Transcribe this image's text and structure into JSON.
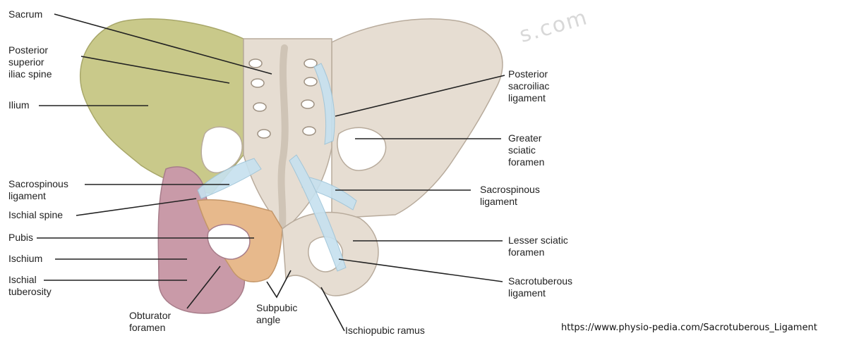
{
  "labels": {
    "sacrum": "Sacrum",
    "psis": "Posterior\nsuperior\niliac spine",
    "ilium": "Ilium",
    "sacrospinous_left": "Sacrospinous\nligament",
    "ischial_spine": "Ischial spine",
    "pubis": "Pubis",
    "ischium": "Ischium",
    "ischial_tuberosity": "Ischial\ntuberosity",
    "obturator_foramen": "Obturator\nforamen",
    "subpubic_angle": "Subpubic\nangle",
    "ischiopubic_ramus": "Ischiopubic ramus",
    "posterior_sacroiliac": "Posterior\nsacroiliac\nligament",
    "greater_sciatic": "Greater\nsciatic\nforamen",
    "sacrospinous_right": "Sacrospinous\nligament",
    "lesser_sciatic": "Lesser sciatic\nforamen",
    "sacrotuberous": "Sacrotuberous\nligament"
  },
  "watermark": "s.com",
  "source_url": "https://www.physio-pedia.com/Sacrotuberous_Ligament",
  "colors": {
    "ilium": "#c9c98a",
    "bone": "#e6ddd2",
    "ischium": "#c99aa8",
    "pubis": "#e7b98c",
    "ligament": "#c6e1ef"
  }
}
